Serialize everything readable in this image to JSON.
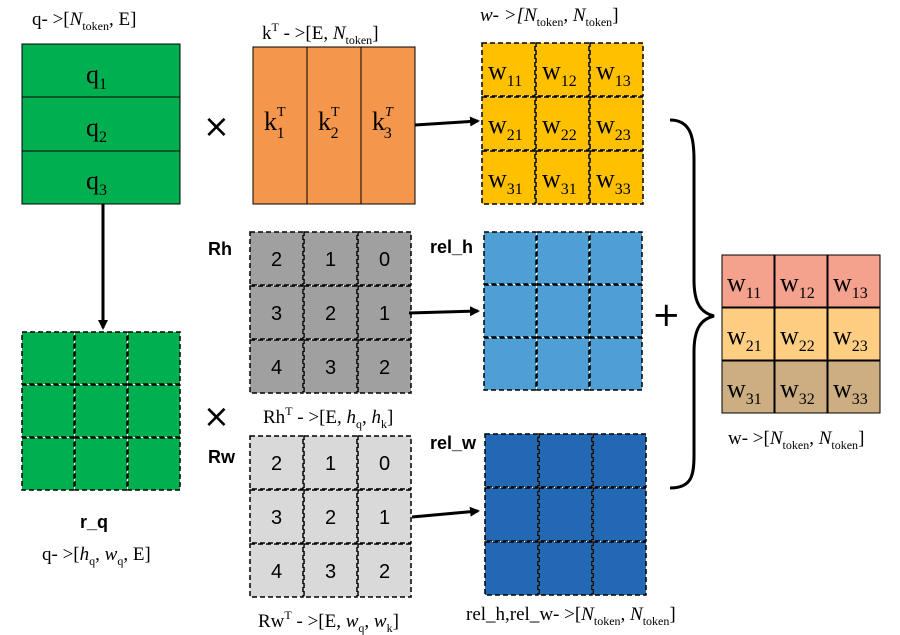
{
  "q_label": {
    "a": "q- >[",
    "b": "N",
    "c": "token",
    "d": ", E]"
  },
  "kt_label": {
    "a": "k",
    "b": "T",
    "c": " - >[E, ",
    "d": "N",
    "e": "token",
    "f": "]"
  },
  "w_label": {
    "a": "w- >[",
    "b": "N",
    "c": "token",
    "d": ", ",
    "e": "N",
    "f": "token",
    "g": "]"
  },
  "q_cells": [
    {
      "t": "q",
      "s": "1"
    },
    {
      "t": "q",
      "s": "2"
    },
    {
      "t": "q",
      "s": "3"
    }
  ],
  "k_cells": [
    {
      "t": "k",
      "s": "1",
      "p": "T"
    },
    {
      "t": "k",
      "s": "2",
      "p": "T"
    },
    {
      "t": "k",
      "s": "3",
      "p": "T"
    }
  ],
  "w_cells": [
    {
      "t": "w",
      "s": "11"
    },
    {
      "t": "w",
      "s": "12"
    },
    {
      "t": "w",
      "s": "13"
    },
    {
      "t": "w",
      "s": "21"
    },
    {
      "t": "w",
      "s": "22"
    },
    {
      "t": "w",
      "s": "23"
    },
    {
      "t": "w",
      "s": "31"
    },
    {
      "t": "w",
      "s": "31"
    },
    {
      "t": "w",
      "s": "33"
    }
  ],
  "times_symbol": "×",
  "plus_symbol": "+",
  "rh_title": "Rh",
  "rh_values": [
    "2",
    "1",
    "0",
    "3",
    "2",
    "1",
    "4",
    "3",
    "2"
  ],
  "rh_label": {
    "a": "Rh",
    "b": "T",
    "c": " - >[E, ",
    "d": "h",
    "e": "q",
    "f": ", ",
    "g": "h",
    "h": "k",
    "i": "]"
  },
  "rel_h_title": "rel_h",
  "rw_title": "Rw",
  "rw_values": [
    "2",
    "1",
    "0",
    "3",
    "2",
    "1",
    "4",
    "3",
    "2"
  ],
  "rw_label": {
    "a": "Rw",
    "b": "T",
    "c": " - >[E, ",
    "d": "w",
    "e": "q",
    "f": ", ",
    "g": "w",
    "h": "k",
    "i": "]"
  },
  "rel_w_title": "rel_w",
  "rel_label": {
    "a": "rel_h,rel_w- >[",
    "b": "N",
    "c": "token",
    "d": ", ",
    "e": "N",
    "f": "token",
    "g": "]"
  },
  "rq_title": "r_q",
  "rq_label": {
    "a": "q- >[",
    "b": "h",
    "c": "q",
    "d": ", ",
    "e": "w",
    "f": "q",
    "g": ", E]"
  },
  "out_cells": [
    {
      "t": "w",
      "s": "11"
    },
    {
      "t": "w",
      "s": "12"
    },
    {
      "t": "w",
      "s": "13"
    },
    {
      "t": "w",
      "s": "21"
    },
    {
      "t": "w",
      "s": "22"
    },
    {
      "t": "w",
      "s": "23"
    },
    {
      "t": "w",
      "s": "31"
    },
    {
      "t": "w",
      "s": "32"
    },
    {
      "t": "w",
      "s": "33"
    }
  ],
  "out_label": {
    "a": "w- >[",
    "b": "N",
    "c": "token",
    "d": ", ",
    "e": "N",
    "f": "token",
    "g": "]"
  },
  "colors": {
    "q_green": "#00B050",
    "k_orange": "#F4964B",
    "w_yellow": "#FFC000",
    "rh_gray": "#A0A0A0",
    "rw_gray": "#D9D9D9",
    "rel_h_blue": "#4F9FD5",
    "rel_w_blue": "#2268B2",
    "out_row1": "#F4A18E",
    "out_row2": "#FFCE83",
    "out_row3": "#CCAE82"
  }
}
